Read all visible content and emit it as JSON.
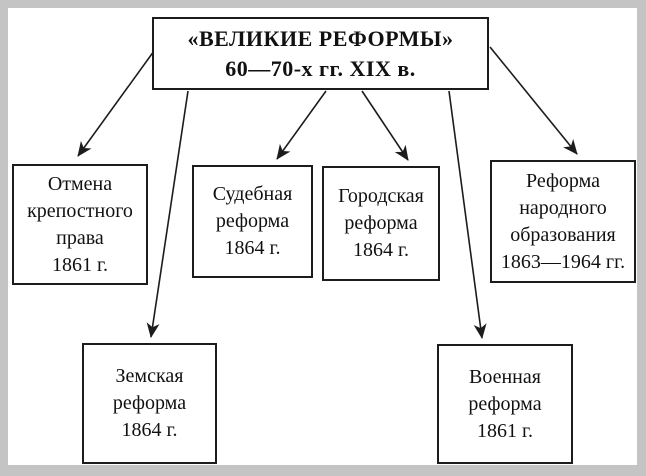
{
  "diagram": {
    "title": "«ВЕЛИКИЕ РЕФОРМЫ»\n60—70-х гг. XIX в.",
    "nodes": [
      {
        "id": "serfdom-abolition",
        "text": "Отмена\nкрепостного\nправа\n1861 г."
      },
      {
        "id": "judicial-reform",
        "text": "Судебная\nреформа\n1864 г."
      },
      {
        "id": "city-reform",
        "text": "Городская\nреформа\n1864 г."
      },
      {
        "id": "education-reform",
        "text": "Реформа\nнародного\nобразования\n1863—1964 гг."
      },
      {
        "id": "zemstvo-reform",
        "text": "Земская\nреформа\n1864 г."
      },
      {
        "id": "military-reform",
        "text": "Военная\nреформа\n1861 г."
      }
    ],
    "colors": {
      "frame": "#c4c4c4",
      "paper": "#ffffff",
      "line": "#1c1c1c"
    }
  }
}
